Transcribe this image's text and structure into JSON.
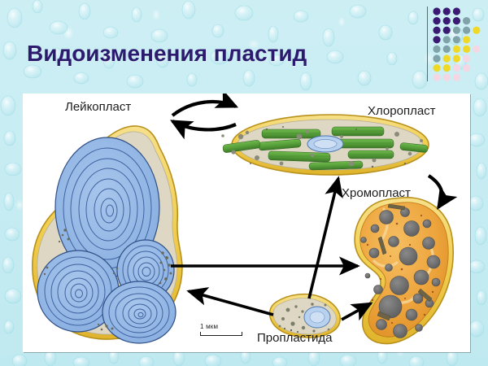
{
  "slide": {
    "title": "Видоизменения пластид",
    "title_color": "#2b1a6e",
    "background_color": "#cdeff4"
  },
  "logo": {
    "name": "dot-grid-logo",
    "colors": {
      "purple": "#3b1a73",
      "teal": "#7fa3a8",
      "yellow": "#f0d926",
      "pink": "#f5d7e3"
    },
    "dots": [
      {
        "col": 0,
        "row": 0,
        "color": "#3b1a73"
      },
      {
        "col": 1,
        "row": 0,
        "color": "#3b1a73"
      },
      {
        "col": 2,
        "row": 0,
        "color": "#3b1a73"
      },
      {
        "col": 0,
        "row": 1,
        "color": "#3b1a73"
      },
      {
        "col": 1,
        "row": 1,
        "color": "#3b1a73"
      },
      {
        "col": 2,
        "row": 1,
        "color": "#3b1a73"
      },
      {
        "col": 3,
        "row": 1,
        "color": "#7fa3a8"
      },
      {
        "col": 0,
        "row": 2,
        "color": "#3b1a73"
      },
      {
        "col": 1,
        "row": 2,
        "color": "#3b1a73"
      },
      {
        "col": 2,
        "row": 2,
        "color": "#7fa3a8"
      },
      {
        "col": 3,
        "row": 2,
        "color": "#7fa3a8"
      },
      {
        "col": 4,
        "row": 2,
        "color": "#f0d926"
      },
      {
        "col": 0,
        "row": 3,
        "color": "#3b1a73"
      },
      {
        "col": 1,
        "row": 3,
        "color": "#7fa3a8"
      },
      {
        "col": 2,
        "row": 3,
        "color": "#7fa3a8"
      },
      {
        "col": 3,
        "row": 3,
        "color": "#f0d926"
      },
      {
        "col": 0,
        "row": 4,
        "color": "#7fa3a8"
      },
      {
        "col": 1,
        "row": 4,
        "color": "#7fa3a8"
      },
      {
        "col": 2,
        "row": 4,
        "color": "#f0d926"
      },
      {
        "col": 3,
        "row": 4,
        "color": "#f0d926"
      },
      {
        "col": 4,
        "row": 4,
        "color": "#f5d7e3"
      },
      {
        "col": 0,
        "row": 5,
        "color": "#7fa3a8"
      },
      {
        "col": 1,
        "row": 5,
        "color": "#f0d926"
      },
      {
        "col": 2,
        "row": 5,
        "color": "#f0d926"
      },
      {
        "col": 3,
        "row": 5,
        "color": "#f5d7e3"
      },
      {
        "col": 0,
        "row": 6,
        "color": "#f0d926"
      },
      {
        "col": 1,
        "row": 6,
        "color": "#f0d926"
      },
      {
        "col": 2,
        "row": 6,
        "color": "#f5d7e3"
      },
      {
        "col": 3,
        "row": 6,
        "color": "#f5d7e3"
      },
      {
        "col": 0,
        "row": 7,
        "color": "#f5d7e3"
      },
      {
        "col": 1,
        "row": 7,
        "color": "#f5d7e3"
      },
      {
        "col": 2,
        "row": 7,
        "color": "#f5d7e3"
      }
    ]
  },
  "diagram": {
    "name": "plastid-transformation-diagram",
    "labels": {
      "leucoplast": "Лейкопласт",
      "chloroplast": "Хлоропласт",
      "chromoplast": "Хромопласт",
      "proplastid": "Пропластида"
    },
    "scale_bar": {
      "text": "1 мкм"
    },
    "colors": {
      "membrane": "#f2cf52",
      "membrane_outline": "#caa01f",
      "stroma": "#ddd7c4",
      "starch_grain": "#8fb4e3",
      "starch_ring": "#3c5f9e",
      "grana_green": "#5aa23c",
      "grana_green_dark": "#3c7a28",
      "chromoplast_fill": "#eda43c",
      "plastoglobule": "#6f6f6f",
      "arrow": "#000000"
    },
    "arrows": [
      {
        "name": "leucoplast-to-chloroplast",
        "type": "curved",
        "direction": "right"
      },
      {
        "name": "chloroplast-to-leucoplast",
        "type": "curved",
        "direction": "left"
      },
      {
        "name": "chloroplast-to-chromoplast",
        "type": "curved",
        "direction": "down-right"
      },
      {
        "name": "proplastid-to-chloroplast",
        "type": "straight",
        "direction": "up"
      },
      {
        "name": "leucoplast-to-chromoplast",
        "type": "straight",
        "direction": "right"
      },
      {
        "name": "proplastid-to-leucoplast",
        "type": "straight",
        "direction": "up-left"
      },
      {
        "name": "proplastid-to-chromoplast",
        "type": "straight",
        "direction": "up-right"
      }
    ]
  }
}
